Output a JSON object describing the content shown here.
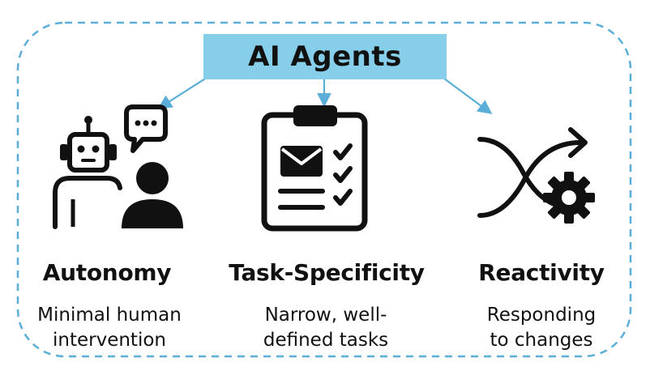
{
  "title": "AI Agents",
  "colors": {
    "accent": "#87ceeb",
    "border": "#5aaed8",
    "arrow": "#5aaed8",
    "ink": "#111111"
  },
  "columns": [
    {
      "icon": "robot-with-speech-bubble-and-person-icon",
      "heading": "Autonomy",
      "desc_line1": "Minimal human",
      "desc_line2": "intervention"
    },
    {
      "icon": "clipboard-with-envelope-and-checklist-icon",
      "heading": "Task-Specificity",
      "desc_line1": "Narrow, well-",
      "desc_line2": "defined tasks"
    },
    {
      "icon": "shuffle-arrows-with-gear-icon",
      "heading": "Reactivity",
      "desc_line1": "Responding",
      "desc_line2": "to changes"
    }
  ]
}
